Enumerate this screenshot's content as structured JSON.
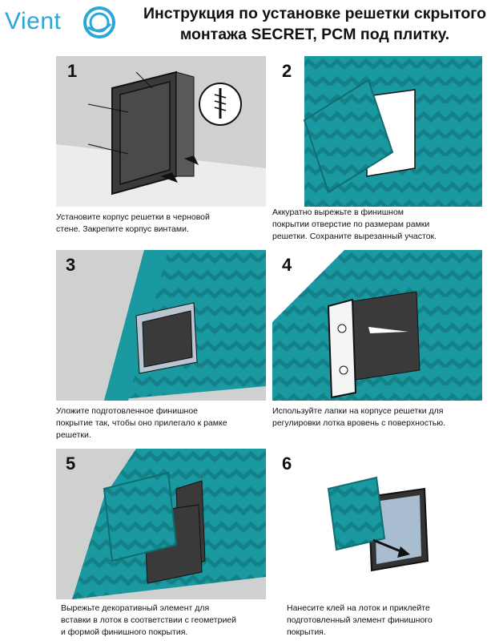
{
  "header": {
    "logo_text": "Vient",
    "title_line1": "Инструкция по установке решетки скрытого",
    "title_line2": "монтажа SECRET, PCM под плитку."
  },
  "colors": {
    "wall": "#cfd0d0",
    "tile": "#1a9aa0",
    "tile_stripe": "#138187",
    "frame": "#333333",
    "brand": "#2aa7d6"
  },
  "steps": [
    {
      "number": "1",
      "line1": "Установите корпус решетки в черновой",
      "line2": "стене. Закрепите корпус винтами.",
      "line3": ""
    },
    {
      "number": "2",
      "line1": "Аккуратно  вырежьте в финишном",
      "line2": "покрытии отверстие по размерам рамки",
      "line3": "решетки. Сохраните вырезанный участок."
    },
    {
      "number": "3",
      "line1": "Уложите подготовленное финишное",
      "line2": "покрытие так, чтобы оно прилегало к рамке",
      "line3": "решетки."
    },
    {
      "number": "4",
      "line1": "Используйте лапки на корпусе решетки для",
      "line2": "регулировки лотка вровень с поверхностью.",
      "line3": ""
    },
    {
      "number": "5",
      "line1": "Вырежьте декоративный элемент для",
      "line2": "вставки  в лоток в соответствии  с геометрией",
      "line3": "и формой финишного покрытия."
    },
    {
      "number": "6",
      "line1": "Нанесите клей на лоток и приклейте",
      "line2": "подготовленный элемент финишного",
      "line3": "покрытия."
    }
  ]
}
